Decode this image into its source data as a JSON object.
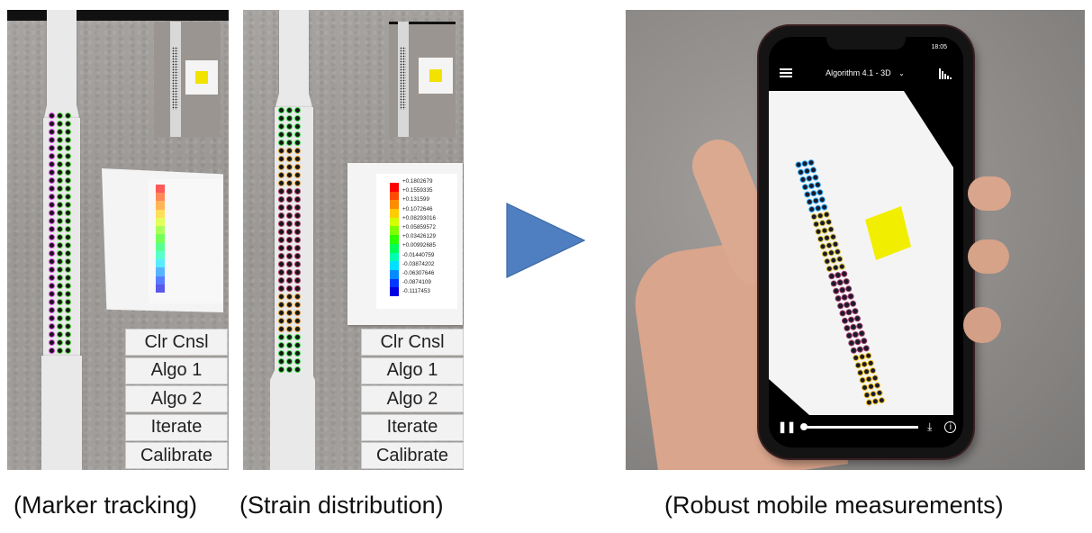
{
  "buttons": [
    "Clr Cnsl",
    "Algo 1",
    "Algo 2",
    "Iterate",
    "Calibrate"
  ],
  "colorbar": {
    "colors": [
      "#ff0000",
      "#ff4a00",
      "#ff8c00",
      "#ffcc00",
      "#d4ff00",
      "#7fff00",
      "#2cff00",
      "#00ff58",
      "#00ffb0",
      "#00e0ff",
      "#008cff",
      "#0038ff",
      "#0000e0"
    ],
    "labels": [
      "+0.1802679",
      "+0.1559335",
      "+0.131599",
      "+0.1072646",
      "+0.08293016",
      "+0.05859572",
      "+0.03426129",
      "+0.00992685",
      "-0.01440759",
      "-0.03874202",
      "-0.06307646",
      "-0.0874109",
      "-0.1117453"
    ]
  },
  "phone": {
    "time": "18:05",
    "title": "Algorithm 4.1 - 3D"
  },
  "captions": {
    "left": "(Marker tracking)",
    "middle": "(Strain distribution)",
    "right": "(Robust mobile measurements)"
  },
  "colors": {
    "arrow": "#4f7fc0",
    "button_bg": "#f2f2f2",
    "target": "#f2ee00"
  }
}
